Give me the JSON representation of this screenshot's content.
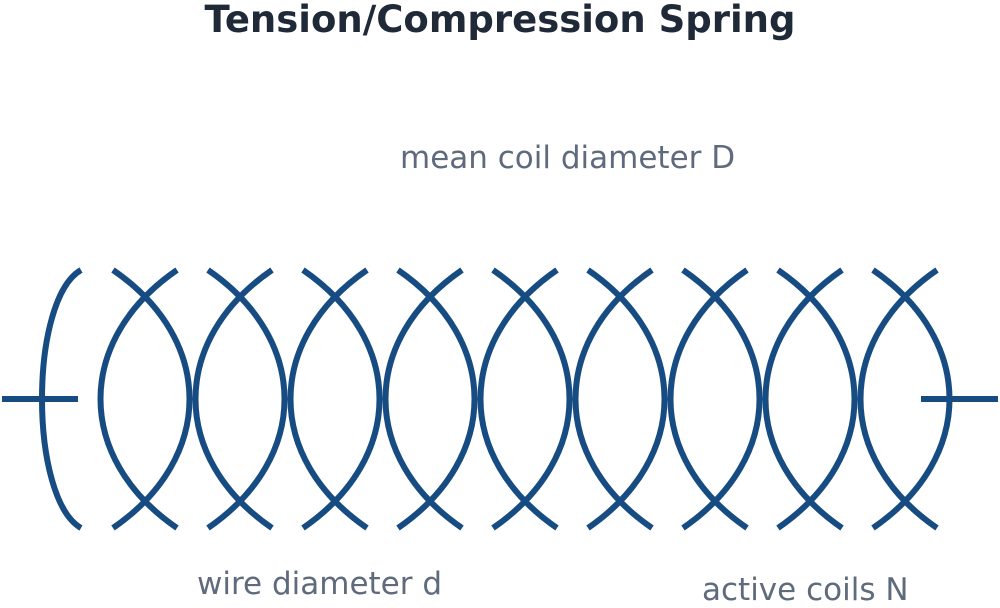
{
  "title": "Tension/Compression Spring",
  "labels": {
    "mean_coil_diameter": "mean coil diameter D",
    "wire_diameter": "wire diameter d",
    "active_coils": "active coils N"
  },
  "colors": {
    "title": "#1f2937",
    "label": "#5f6b7c",
    "spring": "#174c83",
    "background": "#ffffff"
  },
  "spring": {
    "coil_count": 9,
    "end_connections": "both"
  }
}
